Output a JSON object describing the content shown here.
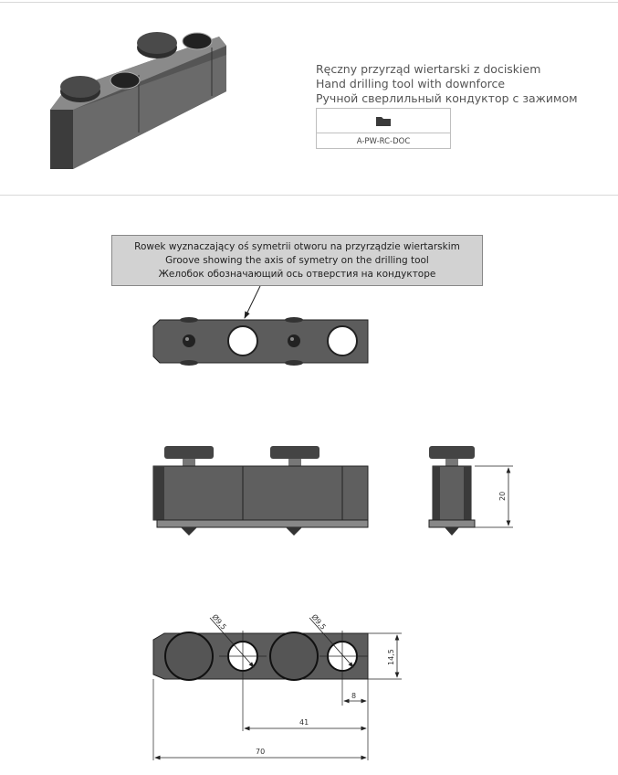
{
  "product": {
    "title_pl": "Ręczny przyrząd wiertarski z dociskiem",
    "title_en": "Hand drilling tool with downforce",
    "title_ru": "Ручной сверлильный кондуктор с зажимом",
    "code": "A-PW-RC-DOC",
    "icon": "folder-icon"
  },
  "callout": {
    "line_pl": "Rowek wyznaczający oś symetrii otworu na przyrządzie wiertarskim",
    "line_en": "Groove showing the axis of symetry on the drilling tool",
    "line_ru": "Желобок обозначающий ось отверстия на кондукторе"
  },
  "dimensions": {
    "height": "20",
    "width": "14,5",
    "hole_diameter_1": "Ø9,5",
    "hole_diameter_2": "Ø9,5",
    "edge_offset": "8",
    "hole_spacing": "41",
    "length": "70"
  }
}
